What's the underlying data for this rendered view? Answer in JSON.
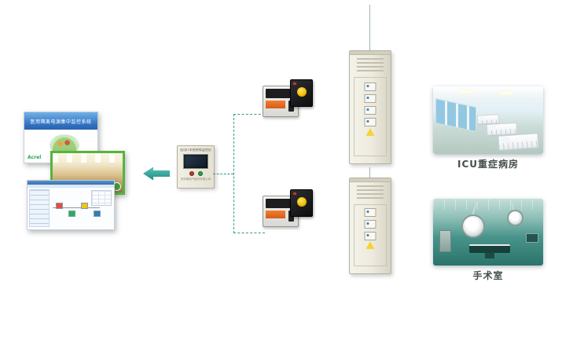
{
  "diagram": {
    "splash_screen": {
      "title": "医用隔离电源集中监控系统",
      "brand": "Acrel"
    },
    "controller": {
      "title": "医用IT系统绝缘监控仪",
      "footer": "安科瑞电气股份有限公司"
    },
    "branches": {
      "top": {
        "room_label": "ICU重症病房"
      },
      "bottom": {
        "room_label": "手术室"
      }
    },
    "colors": {
      "accent_teal": "#35978c",
      "cabinet_beige": "#edeade",
      "warning_yellow": "#f6d335",
      "button_red": "#c0392b",
      "button_green": "#27a344"
    }
  }
}
